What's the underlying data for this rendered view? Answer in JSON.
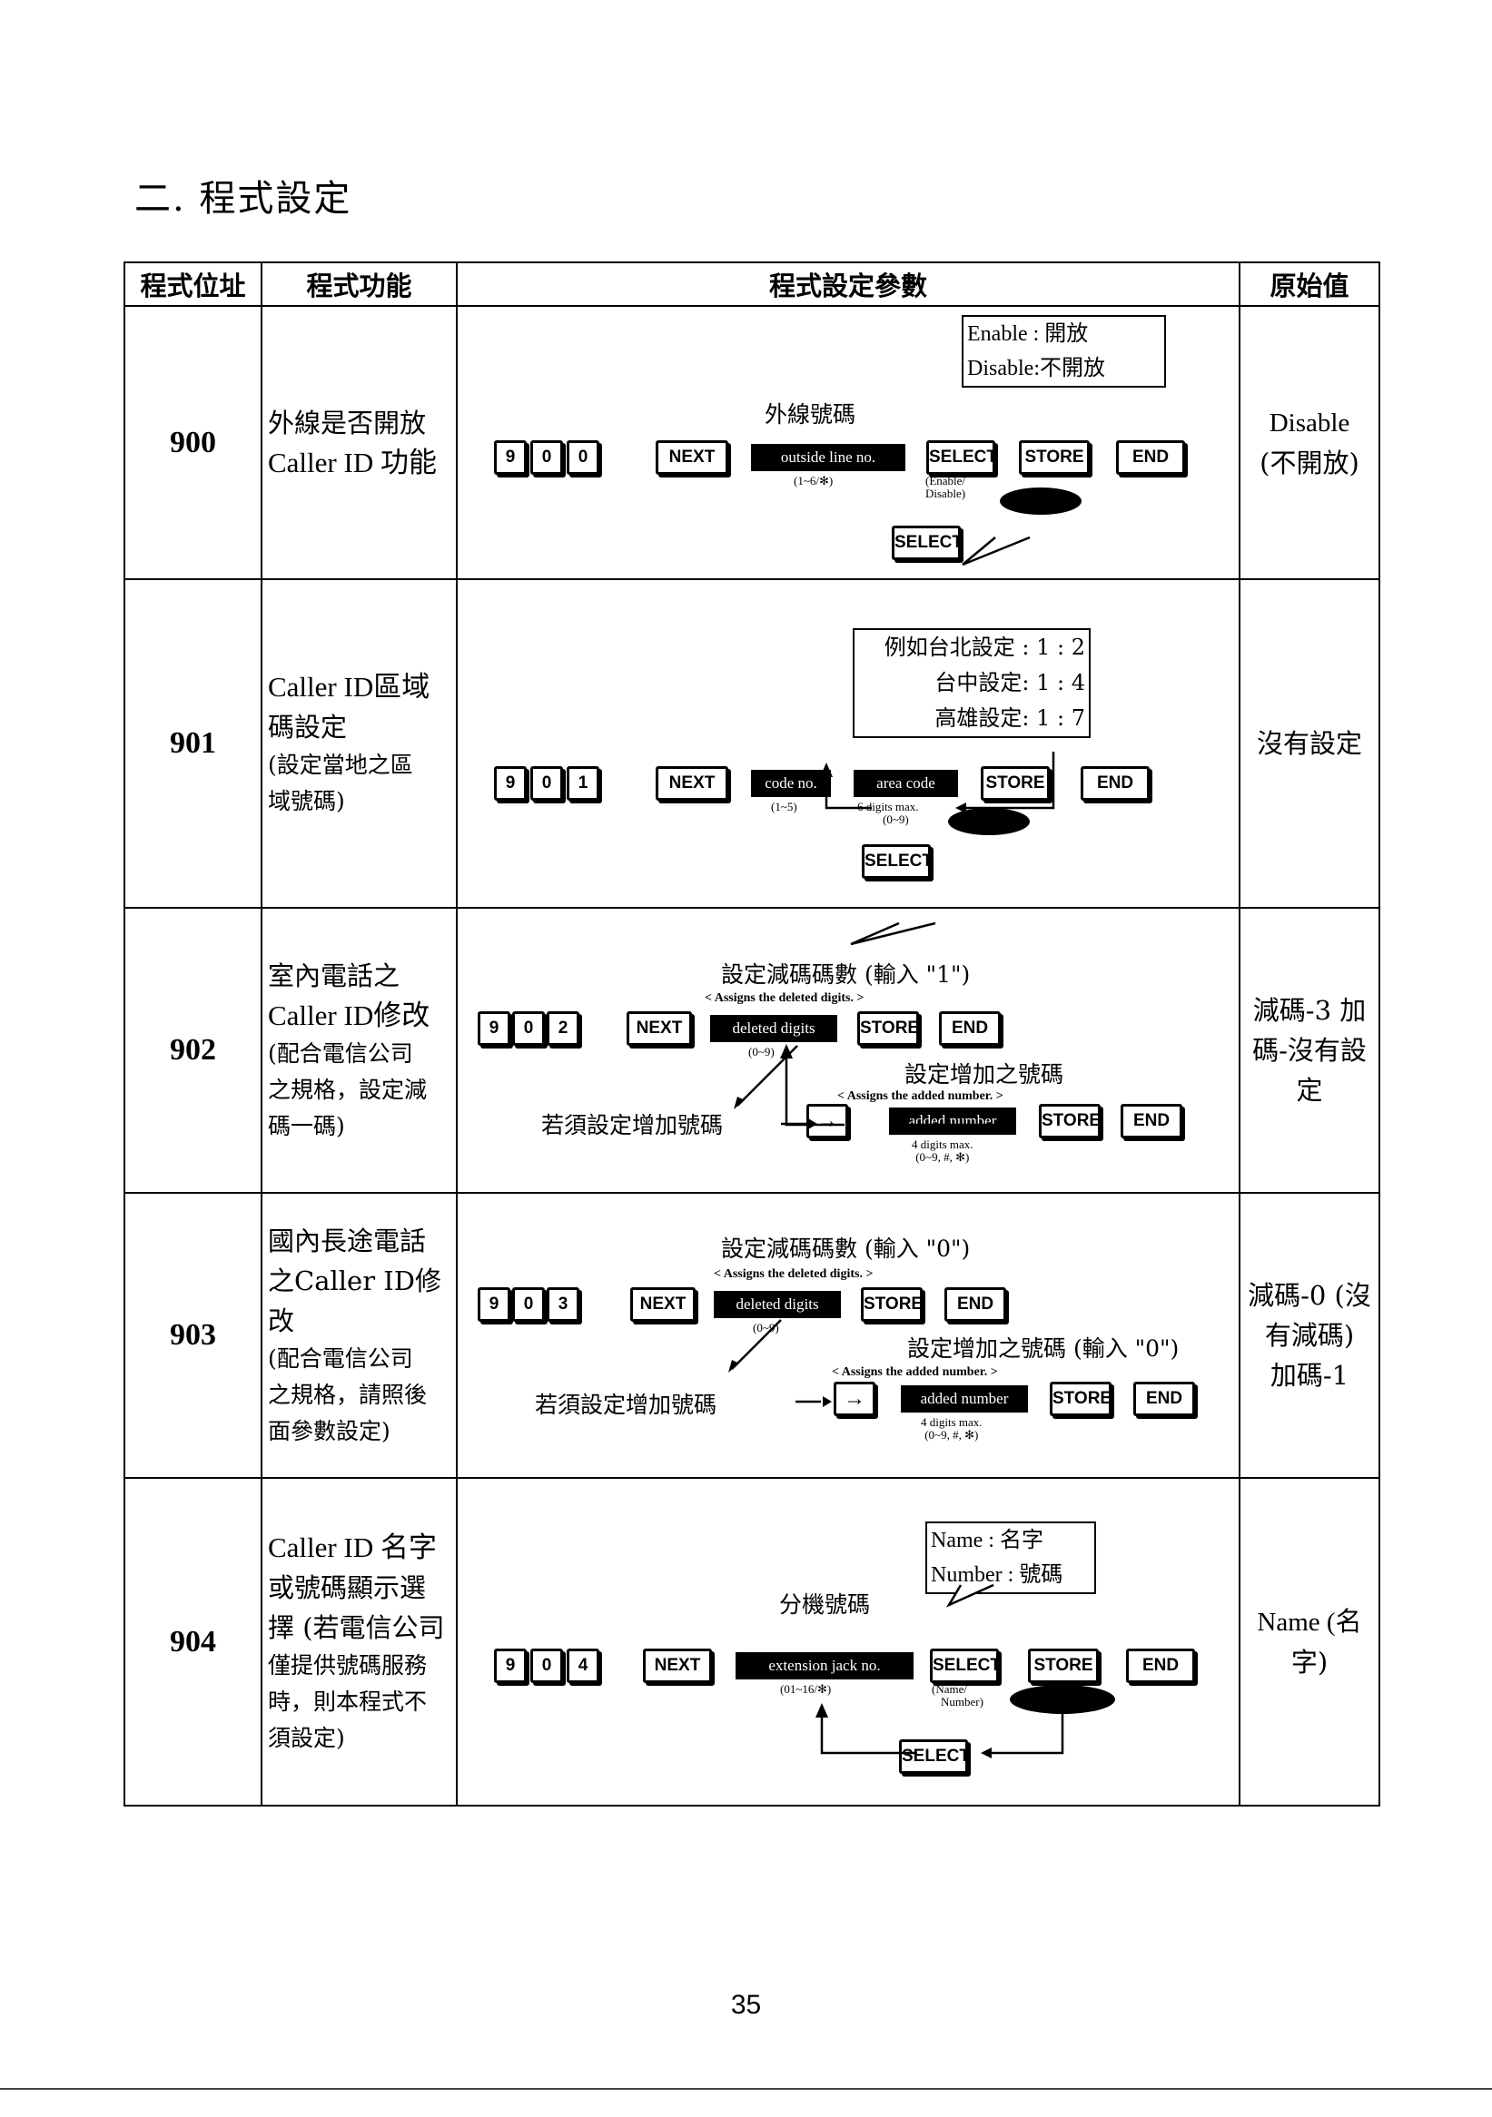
{
  "section_title": "二. 程式設定",
  "headers": {
    "address": "程式位址",
    "function": "程式功能",
    "params": "程式設定參數",
    "default": "原始值"
  },
  "rows": [
    {
      "address": "900",
      "function_lines": [
        "外線是否開放",
        "Caller ID 功能"
      ],
      "default_lines": [
        "Disable",
        "(不開放)"
      ],
      "callout": [
        "Enable : 開放",
        "Disable:不開放"
      ],
      "label_above": "外線號碼",
      "keys": [
        "9",
        "0",
        "0",
        "NEXT",
        "SELECT",
        "STORE",
        "END"
      ],
      "field": "outside line no.",
      "field_range": "(1~6/✻)",
      "select_note": [
        "(Enable/",
        "Disable)"
      ],
      "loop_key": "SELECT"
    },
    {
      "address": "901",
      "function_lines": [
        "Caller ID區域",
        "碼設定",
        "(設定當地之區",
        "域號碼)"
      ],
      "default_lines": [
        "沒有設定"
      ],
      "callout": [
        "例如台北設定 : 1 : 2",
        "台中設定: 1 : 4",
        "高雄設定: 1 : 7"
      ],
      "keys": [
        "9",
        "0",
        "1",
        "NEXT",
        "STORE",
        "END"
      ],
      "field": "code no.",
      "field_range": "(1~5)",
      "field2": "area code",
      "field2_notes": [
        "6 digits max.",
        "(0~9)"
      ],
      "loop_key": "SELECT"
    },
    {
      "address": "902",
      "function_lines": [
        "室內電話之",
        "Caller ID修改",
        "(配合電信公司",
        "之規格，設定減",
        "碼一碼)"
      ],
      "default_lines": [
        "減碼-3  加",
        "碼-沒有設",
        "定"
      ],
      "label_delete": "設定減碼碼數 (輸入 \"1\")",
      "eng_delete": "< Assigns the deleted digits. >",
      "keys": [
        "9",
        "0",
        "2",
        "NEXT",
        "STORE",
        "END",
        "→",
        "STORE",
        "END"
      ],
      "field": "deleted digits",
      "field_range": "(0~9)",
      "label_add": "設定增加之號碼",
      "eng_add": "< Assigns the added number. >",
      "label_if": "若須設定增加號碼",
      "field2": "added number",
      "field2_notes": [
        "4 digits max.",
        "(0~9, #, ✻)"
      ]
    },
    {
      "address": "903",
      "function_lines": [
        "國內長途電話",
        "之Caller ID修",
        "改",
        "(配合電信公司",
        "之規格，請照後",
        "面參數設定)"
      ],
      "default_lines": [
        "減碼-0 (沒",
        "有減碼)",
        "加碼-1"
      ],
      "label_delete": "設定減碼碼數 (輸入 \"0\")",
      "eng_delete": "< Assigns the deleted digits. >",
      "keys": [
        "9",
        "0",
        "3",
        "NEXT",
        "STORE",
        "END",
        "→",
        "STORE",
        "END"
      ],
      "field": "deleted digits",
      "field_range": "(0~9)",
      "label_add": "設定增加之號碼 (輸入 \"0\")",
      "eng_add": "< Assigns the added number. >",
      "label_if": "若須設定增加號碼",
      "field2": "added number",
      "field2_notes": [
        "4 digits max.",
        "(0~9, #, ✻)"
      ]
    },
    {
      "address": "904",
      "function_lines": [
        "Caller ID 名字",
        "或號碼顯示選",
        "擇 (若電信公司",
        "僅提供號碼服務",
        "時，則本程式不",
        "須設定)"
      ],
      "default_lines": [
        "Name  (名",
        "字)"
      ],
      "callout": [
        "Name : 名字",
        "Number : 號碼"
      ],
      "label_above": "分機號碼",
      "keys": [
        "9",
        "0",
        "4",
        "NEXT",
        "SELECT",
        "STORE",
        "END"
      ],
      "field": "extension jack no.",
      "field_range": "(01~16/✻)",
      "select_note": [
        "(Name/",
        "Number)"
      ],
      "loop_key": "SELECT"
    }
  ],
  "page_number": "35"
}
